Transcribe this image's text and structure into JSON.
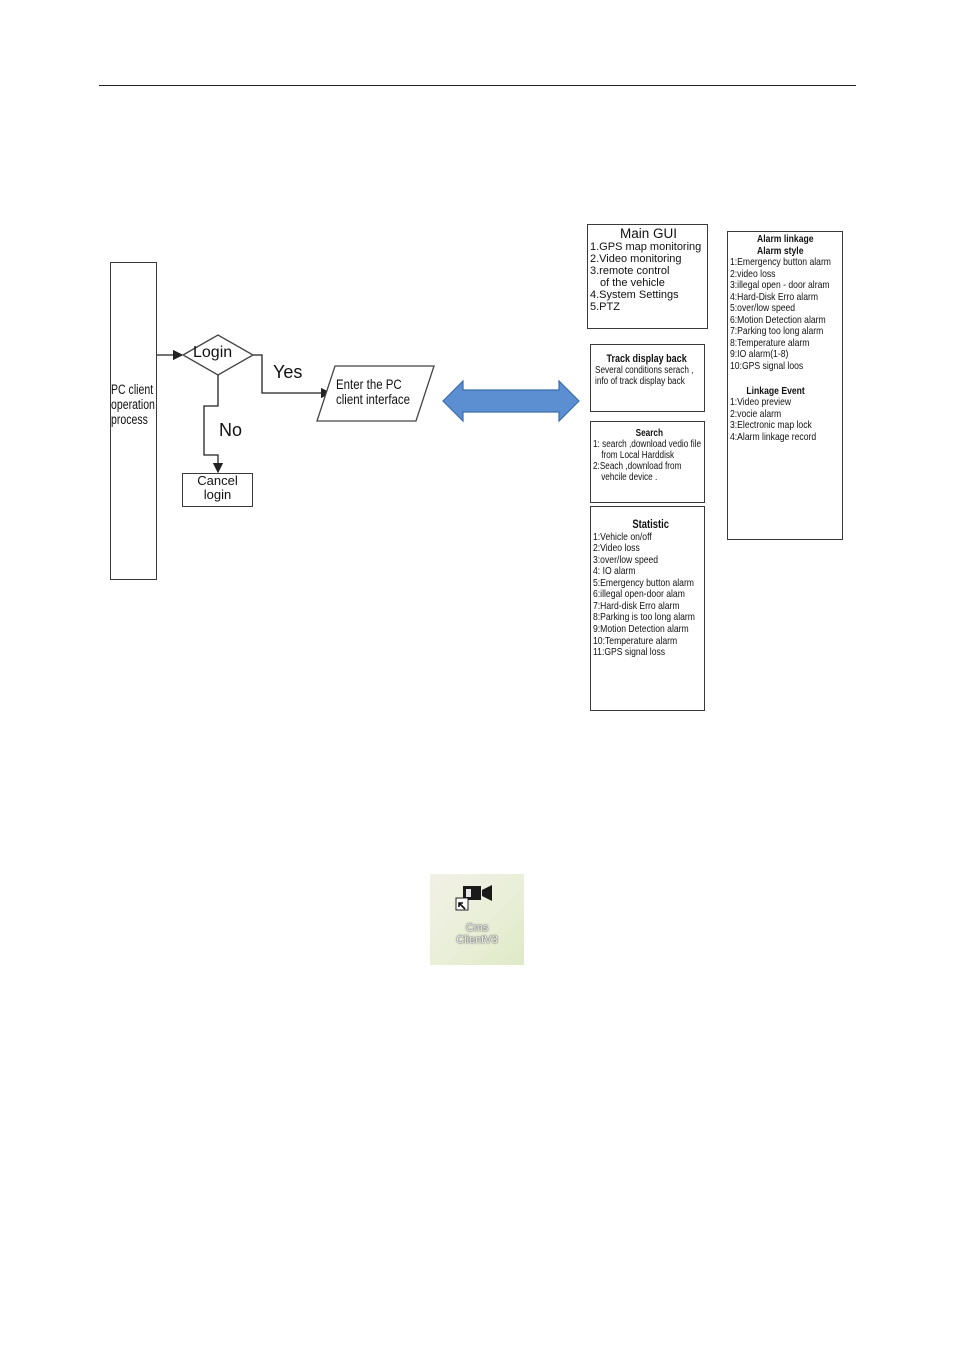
{
  "flow": {
    "start": [
      "PC client",
      "operation",
      "process"
    ],
    "decision": "Login",
    "yes": "Yes",
    "no": "No",
    "cancel": [
      "Cancel",
      "login"
    ],
    "enter": [
      "Enter the PC",
      "client interface"
    ]
  },
  "main_gui": {
    "title": "Main GUI",
    "items": [
      "1.GPS map monitoring",
      "2.Video monitoring",
      "3.remote control",
      "of the vehicle",
      "4.System Settings",
      "5.PTZ"
    ]
  },
  "track": {
    "title": "Track display back",
    "lines": [
      "Several conditions serach ,",
      "info of track display back"
    ]
  },
  "search": {
    "title": "Search",
    "lines": [
      "1: search ,download vedio file",
      "from Local Harddisk",
      "2:Seach ,download from",
      "vehcile device ."
    ]
  },
  "statistic": {
    "title": "Statistic",
    "items": [
      "1:Vehicle on/off",
      "2:Video loss",
      "3:over/low speed",
      "4: IO alarm",
      "5:Emergency button alarm",
      "6:illegal open-door alam",
      "7:Hard-disk Erro alarm",
      "8:Parking is too long alarm",
      "9:Motion Detection alarm",
      "10:Temperature alarm",
      "11:GPS signal loss"
    ]
  },
  "alarm": {
    "title": "Alarm linkage",
    "style_title": "Alarm style",
    "style_items": [
      "1:Emergency button alarm",
      "2:video loss",
      "3:illegal open - door alram",
      "4:Hard-Disk Erro alarm",
      "5:over/low speed",
      "6:Motion Detection alarm",
      "7:Parking too long alarm",
      "8:Temperature alarm",
      "9:IO alarm(1-8)",
      "10:GPS signal loos"
    ],
    "event_title": "Linkage Event",
    "event_items": [
      "1:Video preview",
      "2:vocie alarm",
      "3:Electronic map lock",
      "4:Alarm linkage record"
    ]
  },
  "app_icon": {
    "icon": "video-camera-shortcut-icon",
    "label": [
      "Cms",
      "ClientV3"
    ]
  }
}
